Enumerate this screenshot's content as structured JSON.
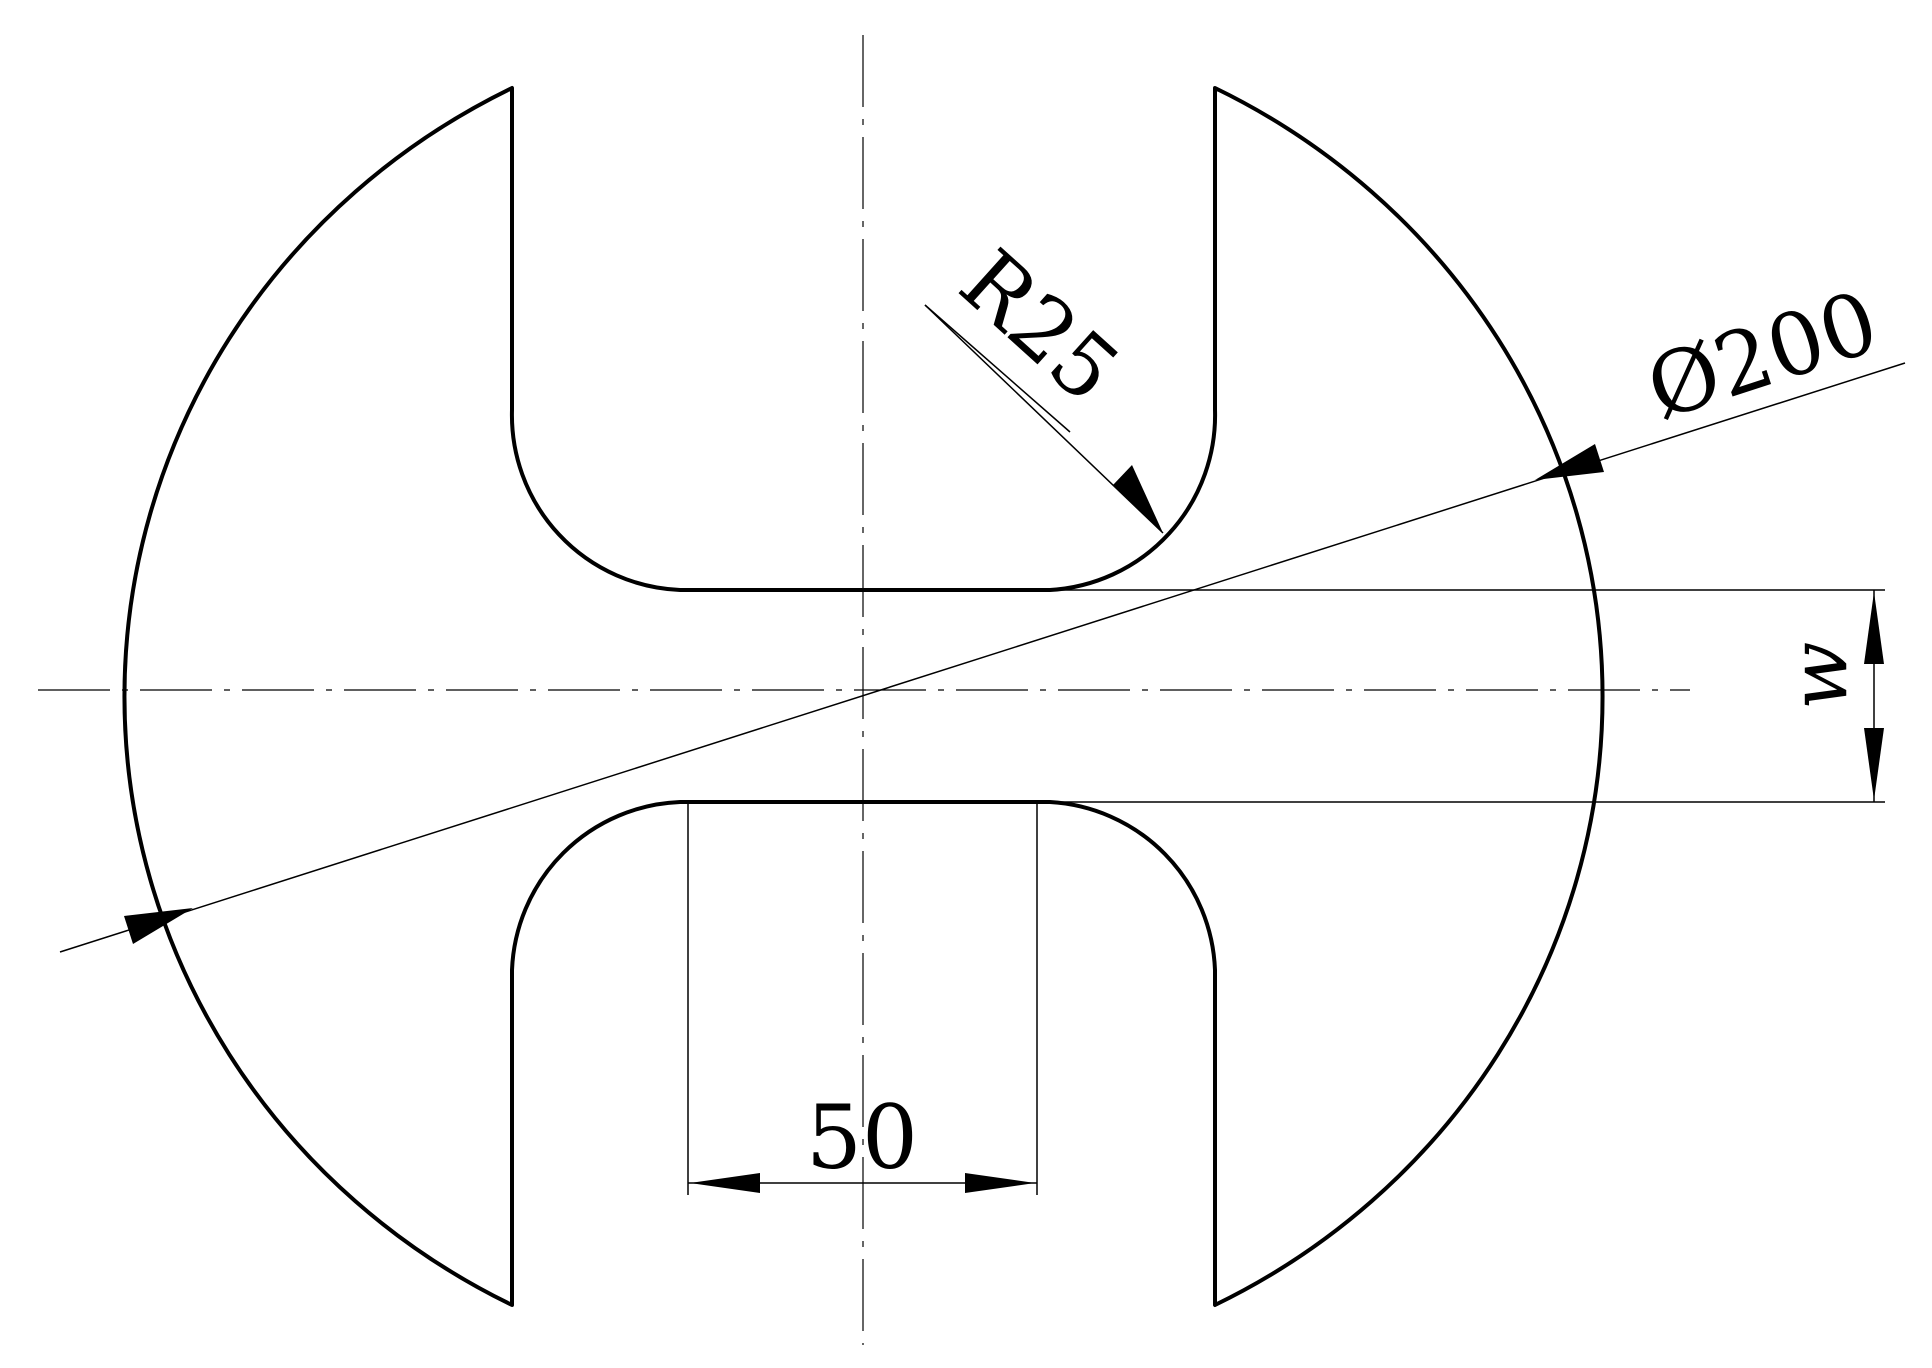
{
  "dimensions": {
    "radius_label": "R25",
    "diameter_label": "Ø200",
    "width_label": "w",
    "gap_label": "50"
  },
  "colors": {
    "line": "#000000",
    "background": "#ffffff"
  }
}
